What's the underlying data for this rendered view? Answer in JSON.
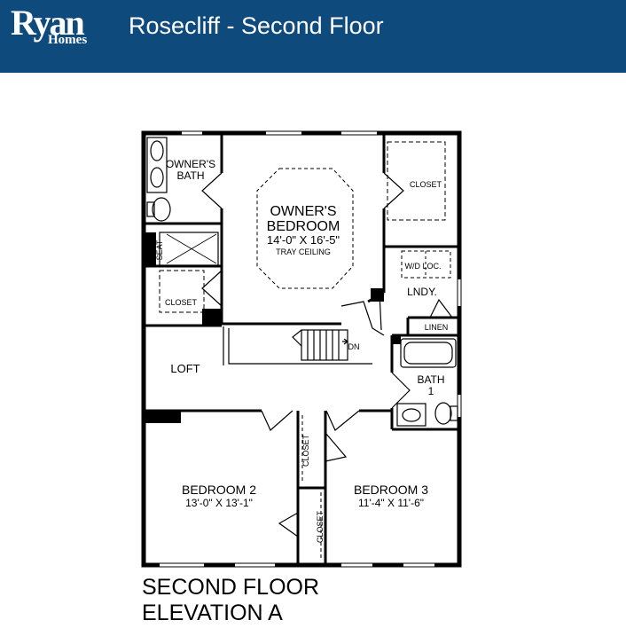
{
  "header": {
    "logo_primary": "Ryan",
    "logo_secondary": "Homes",
    "title": "Rosecliff - Second Floor",
    "background_color": "#0f4a7d"
  },
  "plan": {
    "rooms": {
      "owners_bath": [
        "OWNER'S",
        "BATH"
      ],
      "owners_bedroom": [
        "OWNER'S",
        "BEDROOM"
      ],
      "owners_bedroom_size": "14'-0\" X 16'-5\"",
      "owners_bedroom_note": "TRAY CEILING",
      "closet_owner_right": "CLOSET",
      "closet_owner_left": "CLOSET",
      "seat": "SEAT",
      "wd_loc": "W/D LOC.",
      "laundry": "LNDY.",
      "linen": "LINEN",
      "stairs_down": "DN",
      "loft": "LOFT",
      "bath_1": [
        "BATH",
        "1"
      ],
      "bedroom_2": "BEDROOM 2",
      "bedroom_2_size": "13'-0\" X 13'-1\"",
      "bedroom_3": "BEDROOM 3",
      "bedroom_3_size": "11'-4\" X 11'-6\"",
      "closet_hall_upper": "CLOSET",
      "closet_hall_lower": "CLOSET"
    },
    "caption": [
      "SECOND FLOOR",
      "ELEVATION A"
    ]
  }
}
